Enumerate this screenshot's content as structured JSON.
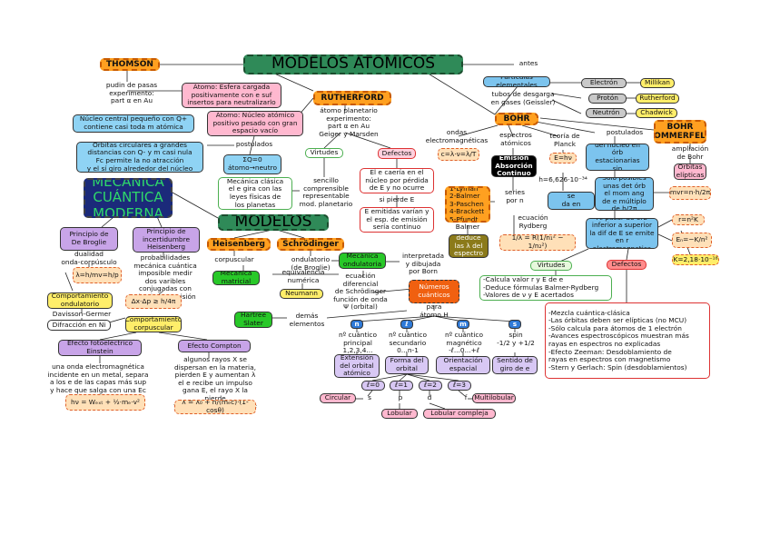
{
  "title": "MODELOS ATOMICOS",
  "antes": "antes",
  "thomson": {
    "label": "THOMSON",
    "experiment": "pudin de pasas\nexperimento:\npart α en Au",
    "atom": "Átomo: Esfera cargada\npositivamente con e suf\ninsertos para neutralizarlo"
  },
  "rutherford": {
    "label": "RUTHERFORD",
    "atom": "Átomo: Núcleo atómico\npositivo pesado con gran\nespacio vacío",
    "planetary": "átomo planetario\nexperimento:\npart α en Au\nGeiger y Marsden",
    "nucleus": "Núcleo central pequeño con Q+\ncontiene casi toda m atómica",
    "postulates": "postulados",
    "orbits": "Órbitas circulares a grandes\ndistancias con Q- y m casi nula\nFc permite la no atracción\ny el sí giro alrededor del núcleo",
    "charge": "ΣQ=0\nátomo→neutro",
    "virtues": "Virtudes",
    "virtues_text": "sencillo\ncomprensible\nrepresentable\nmod. planetario",
    "mech": "Mecánica clásica\nel e gira con las\nleyes físicas de\nlos planetas",
    "defects": "Defectos",
    "defect1": "El e caería en el\nnúcleo por pérdida\nde E y no ocurre",
    "si_pierde": "si pierde E",
    "defect2": "E emitidas varían y\nel esp. de emisión\nsería continuo"
  },
  "bohr": {
    "label": "BOHR",
    "particles": "Partículas elementales",
    "tubes": "tubos de desgarga\nen gases (Geissler)",
    "electron": "Electrón",
    "millikan": "Millikan",
    "proton": "Protón",
    "rutherford": "Rutherford",
    "neutron": "Neutrón",
    "chadwick": "Chadwick",
    "waves": "ondas\nelectromagnéticas",
    "c_formula": "c=λ·ν=λ/T",
    "spectra": "espectros\natómicos",
    "emission": "Emisión\nAbsorción\nContinuo",
    "series_label": "series\npor n",
    "series": "1-Lyman\n2-Balmer\n3-Paschen\n4-Brackett\n5-Pfundt",
    "balmer": "Balmer",
    "deduce": "deduce\nlas λ del\nespectro",
    "rydberg_label": "ecuación\nRydberg",
    "rydberg": "1/λ = R(1/n₁² − 1/n₂²)",
    "planck": "teoría de\nPlanck",
    "ehv": "E=hν",
    "h_value": "h=6,626·10⁻³⁴",
    "quanta": "La emisión se\nda en quanta",
    "postulates": "postulados",
    "p1": "e giran alrededor\ndel núcleo en órb\nestacionarias sin\nemitir E (cuántica)",
    "p2": "Sólo posibles\nunas det órb\nel mom ang\nde e múltiplo\nde h/2π",
    "mvr": "mvr=n·h/2π",
    "p3": "Al pasar de orb\ninferior a superior\nla dif de E se emite\nen r electromagnetica",
    "r_formula": "r=n²K",
    "e_formula": "Eₙ=−K/n²",
    "k_value": "K=2,18·10⁻¹⁸",
    "virtues": "Virtudes",
    "virtues_text": "-Calcula valor r y E de e\n-Deduce fórmulas Balmer-Rydberg\n-Valores de ν y E acertados",
    "defects": "Defectos",
    "defects_text": "-Mezcla cuántica-clásica\n-Las órbitas deben ser elípticas (no MCU)\n-Sólo calcula para átomos de 1 electrón\n-Avances espectroscópicos muestran más\nrayas en espectros no explicadas\n-Efecto Zeeman: Desdoblamiento de\nrayas en espectros con magnetismo\n-Stern y Gerlach: Spin (desdoblamientos)"
  },
  "sommerfeld": {
    "label": "BOHR\nSOMMERFELD",
    "ampl": "ampliación\nde Bohr",
    "elliptic": "Órbitas\nelípticas"
  },
  "modern": {
    "label": "MECÁNICA\nCUÁNTICA\nMODERNA",
    "models": "MODELOS",
    "debroglie": "Principio de\nDe Broglie",
    "dualidad": "dualidad\nonda-corpúsculo",
    "lambda_formula": "λ=h/mv=h/p",
    "heisenberg_pr": "Principio de\nincertidumbre\nHeisenberg",
    "prob": "probabilidades\nmecánica cuántica\nimposible medir\ndos varibles\nconjugadas con\nabsoluta precisión",
    "uncert": "Δx·Δp ≥ h/4π",
    "wave_behav": "Comportamiento\nondulatorio",
    "davisson": "Davisson-Germer",
    "difraction": "Difracción en Ni",
    "corp_behav": "Comportamiento\ncorpuscular",
    "photo": "Efecto fotoeléctrico\nEinstein",
    "photo_text": "una onda electromagnética\nincidente en un metal, separa\na los e de las capas más sup\ny hace que salga con una Ec",
    "photo_formula": "hν = Wₑₓₜ + ½·mₑ·v²",
    "compton": "Efecto Compton",
    "compton_text": "algunos rayos X se\ndispersan en la materia,\npierden E y aumentan λ\nel e recibe un impulso\ngana E, el rayo X la pierde\ny se desvía en el choque",
    "compton_formula": "λ = λ₀ + h/(mₑc)·(1-cosθ)"
  },
  "heis": {
    "label": "Heisenberg",
    "corp": "corpuscular",
    "matrix": "Mecánica\nmatricial",
    "equiv": "equivalencia\nnumérica",
    "neumann": "Neumann"
  },
  "schro": {
    "label": "Schrödinger",
    "ond": "ondulatorio\n(de Broglie)",
    "mech": "Mecánica\nondulatoria",
    "interp": "interpretada\ny dibujada\npor Born",
    "eq": "ecuación\ndiferencial\nde Schrödinger\nfunción de onda\nΨ (orbital)",
    "hartree": "Hartree\nSlater",
    "others": "demás\nelementos",
    "qn": "Números\ncuánticos",
    "para": "para\nátomo H"
  },
  "quantum_numbers": [
    {
      "sym": "n",
      "name": "nº cuántico\nprincipal\n1,2,3,4...",
      "desc": "Extensión\ndel orbital\natómico"
    },
    {
      "sym": "ℓ",
      "name": "nº cuántico\nsecundario\n0...n-1",
      "desc": "Forma del\norbital"
    },
    {
      "sym": "m",
      "name": "nº cuántico\nmagnético\n-ℓ...0...+ℓ",
      "desc": "Orientación\nespacial"
    },
    {
      "sym": "s",
      "name": "spin\n-1/2 y +1/2",
      "desc": "Sentido de\ngiro de e"
    }
  ],
  "l_values": [
    "ℓ=0",
    "ℓ=1",
    "ℓ=2",
    "ℓ=3"
  ],
  "l_letters": [
    "s",
    "p",
    "d",
    "f"
  ],
  "shapes": {
    "circular": "Circular",
    "lobular": "Lobular",
    "lob_comp": "Lobular compleja",
    "multi": "Multilobular"
  }
}
